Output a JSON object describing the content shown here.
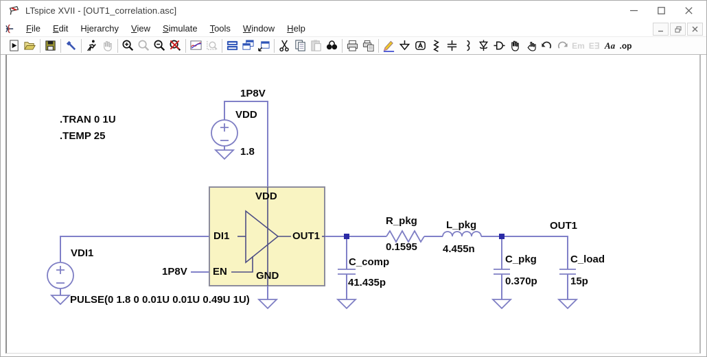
{
  "window": {
    "title": "LTspice XVII - [OUT1_correlation.asc]",
    "controls": [
      "minimize",
      "maximize",
      "close"
    ],
    "mdi_controls": [
      "minimize-child",
      "restore-child",
      "close-child"
    ]
  },
  "menubar": {
    "items": [
      {
        "pre": "",
        "u": "F",
        "post": "ile"
      },
      {
        "pre": "",
        "u": "E",
        "post": "dit"
      },
      {
        "pre": "H",
        "u": "i",
        "post": "erarchy"
      },
      {
        "pre": "",
        "u": "V",
        "post": "iew"
      },
      {
        "pre": "",
        "u": "S",
        "post": "imulate"
      },
      {
        "pre": "",
        "u": "T",
        "post": "ools"
      },
      {
        "pre": "",
        "u": "W",
        "post": "indow"
      },
      {
        "pre": "",
        "u": "H",
        "post": "elp"
      }
    ]
  },
  "toolbar": {
    "icons": [
      "new-schematic",
      "open-file",
      "save",
      "control-panel",
      "run-simulation",
      "halt-simulation",
      "zoom-in",
      "zoom-full-extents",
      "zoom-out",
      "zoom-back",
      "waveform-viewer",
      "autorange",
      "tile-windows",
      "cascade-windows",
      "new-window",
      "cut",
      "copy",
      "paste",
      "find",
      "print",
      "print-preview",
      "draw-wire",
      "place-ground",
      "place-net-label",
      "place-resistor",
      "place-capacitor",
      "place-inductor",
      "place-diode",
      "place-component",
      "move",
      "drag",
      "undo",
      "redo",
      "mirror",
      "rotate",
      "place-text",
      "spice-directive"
    ],
    "mirror_glyph": "Em",
    "rotate_glyph": "E∃",
    "text_glyph": "Aa",
    "op_glyph": ".op"
  },
  "schematic": {
    "colors": {
      "wire": "#8080c8",
      "junction": "#2b2ba6",
      "block_fill": "#f9f4c2",
      "block_border": "#8c8c9c",
      "text": "#0a0a0a"
    },
    "directives": {
      "tran": ".TRAN 0 1U",
      "temp": ".TEMP 25"
    },
    "vdd_source": {
      "net_label": "1P8V",
      "name": "VDD",
      "value": "1.8"
    },
    "input_source": {
      "name": "VDI1",
      "value": "PULSE(0 1.8 0 0.01U 0.01U 0.49U 1U)"
    },
    "en_net_label": "1P8V",
    "block": {
      "pins": {
        "vdd": "VDD",
        "di": "DI1",
        "en": "EN",
        "gnd": "GND",
        "out": "OUT1"
      }
    },
    "r_pkg": {
      "name": "R_pkg",
      "value": "0.1595"
    },
    "l_pkg": {
      "name": "L_pkg",
      "value": "4.455n"
    },
    "c_comp": {
      "name": "C_comp",
      "value": "41.435p"
    },
    "c_pkg": {
      "name": "C_pkg",
      "value": "0.370p"
    },
    "c_load": {
      "name": "C_load",
      "value": "15p"
    },
    "out_net_label": "OUT1"
  }
}
